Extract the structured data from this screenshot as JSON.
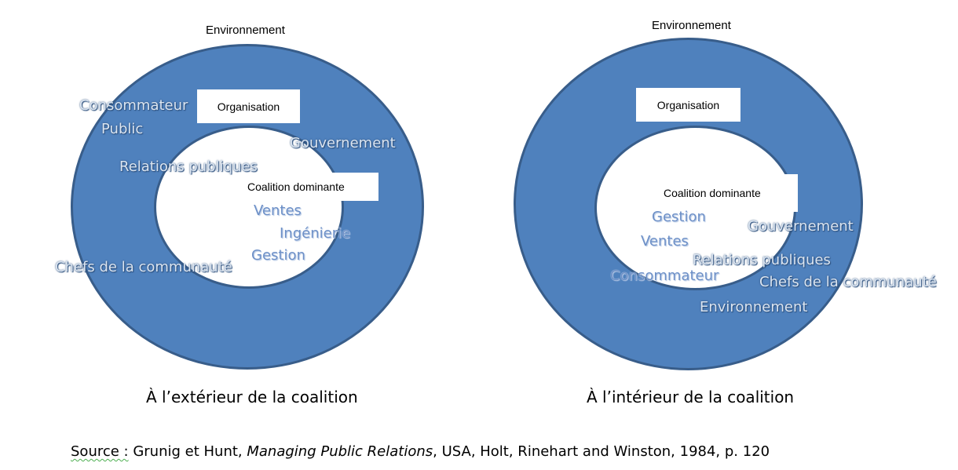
{
  "left": {
    "environment_title": "Environnement",
    "organisation_label": "Organisation",
    "coalition_label": "Coalition dominante",
    "outer_labels": [
      "Consommateur",
      "Public",
      "Gouvernement",
      "Relations publiques",
      "Chefs de la communauté"
    ],
    "inner_labels": [
      "Ventes",
      "Ingénierie",
      "Gestion"
    ],
    "caption": "À l’extérieur de la coalition"
  },
  "right": {
    "environment_title": "Environnement",
    "organisation_label": "Organisation",
    "coalition_label": "Coalition dominante",
    "inner_labels": [
      "Gestion",
      "Ventes",
      "Consommateur"
    ],
    "outer_labels": [
      "Gouvernement",
      "Relations publiques",
      "Chefs de la communauté",
      "Environnement"
    ],
    "caption": "À l’intérieur de la coalition"
  },
  "source": {
    "label": "Source :",
    "authors": " Grunig et Hunt, ",
    "book_title": "Managing Public Relations",
    "rest": ", USA, Holt, Rinehart and Winston, 1984, p. 120"
  },
  "colors": {
    "ring_fill": "#4f81bd",
    "ring_stroke": "#385d8a",
    "label_on_blue": "#dbe5f1",
    "label_on_white": "#6c8fc7"
  }
}
